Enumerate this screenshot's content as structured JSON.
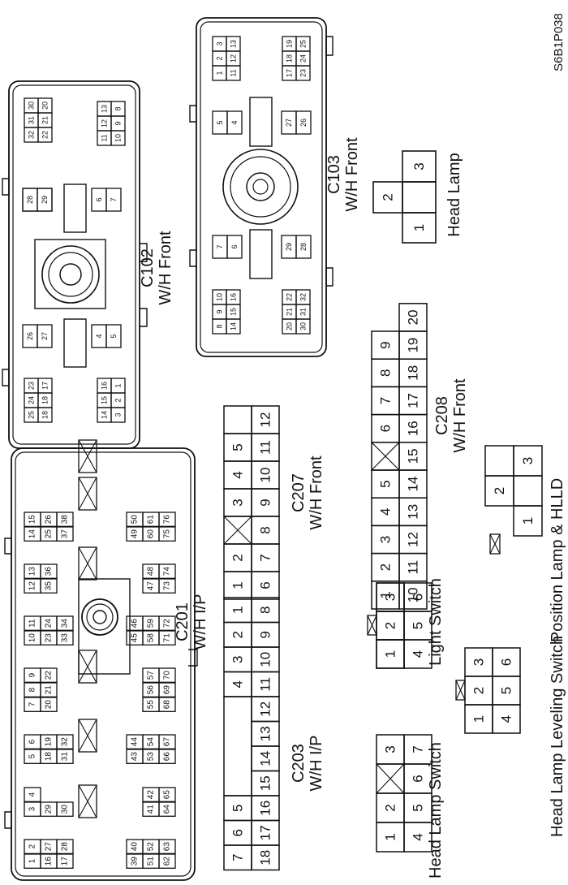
{
  "figure_id": "S6B1P038",
  "connectors": [
    {
      "id": "c201",
      "code": "C201",
      "desc": "W/H I/P"
    },
    {
      "id": "c102",
      "code": "C102",
      "desc": "W/H Front"
    },
    {
      "id": "c103",
      "code": "C103",
      "desc": "W/H Front"
    },
    {
      "id": "c203",
      "code": "C203",
      "desc": "W/H I/P"
    },
    {
      "id": "c207",
      "code": "C207",
      "desc": "W/H Front"
    },
    {
      "id": "c208",
      "code": "C208",
      "desc": "W/H Front"
    }
  ],
  "named": {
    "head_lamp": "Head Lamp",
    "light_switch": "Light Switch",
    "head_lamp_switch": "Head Lamp Switch",
    "head_lamp_leveling_switch": "Head Lamp Leveling Switch",
    "position_lamp_hlld": "Position  Lamp & HLLD"
  },
  "pins": {
    "c201_top": [
      [
        "1",
        "16",
        "17"
      ],
      [
        "2",
        "27",
        "28"
      ],
      [
        "3",
        "29",
        "30"
      ],
      [
        "4"
      ],
      [
        "5",
        "18",
        "31"
      ],
      [
        "6",
        "19",
        "32"
      ],
      [
        "7",
        "20"
      ],
      [
        "8",
        "21"
      ],
      [
        "9",
        "22"
      ],
      [
        "10",
        "23",
        "33"
      ],
      [
        "11",
        "24",
        "34"
      ],
      [
        "12",
        "35"
      ],
      [
        "13",
        "36"
      ],
      [
        "14",
        "25",
        "37"
      ],
      [
        "15",
        "26",
        "38"
      ]
    ],
    "c201_bot": [
      [
        "39",
        "51",
        "62"
      ],
      [
        "40",
        "52",
        "63"
      ],
      [
        "41",
        "64"
      ],
      [
        "42",
        "65"
      ],
      [
        "43",
        "53",
        "66"
      ],
      [
        "44",
        "54",
        "67"
      ],
      [
        "55",
        "68"
      ],
      [
        "56",
        "69"
      ],
      [
        "57",
        "70"
      ],
      [
        "45",
        "58",
        "71"
      ],
      [
        "46",
        "59",
        "72"
      ],
      [
        "47",
        "73"
      ],
      [
        "48",
        "74"
      ],
      [
        "49",
        "60",
        "75"
      ],
      [
        "50",
        "61",
        "76"
      ]
    ],
    "c102": {
      "tl": [
        [
          "32",
          "22"
        ],
        [
          "31",
          "21"
        ],
        [
          "30",
          "20"
        ]
      ],
      "tr": [
        [
          "11",
          "10"
        ],
        [
          "12",
          "9"
        ],
        [
          "13",
          "8"
        ]
      ],
      "c29": "29",
      "c28": "28",
      "c7": "7",
      "c6": "6",
      "c27": "27",
      "c26": "26",
      "c5": "5",
      "c4": "4",
      "bl": [
        [
          "25",
          "18"
        ],
        [
          "24",
          "18"
        ],
        [
          "23",
          "17"
        ]
      ],
      "br": [
        [
          "14",
          "3"
        ],
        [
          "15",
          "2"
        ],
        [
          "16",
          "1"
        ]
      ]
    },
    "c103": {
      "tl": [
        [
          "1",
          "11"
        ],
        [
          "2",
          "12"
        ],
        [
          "3",
          "13"
        ]
      ],
      "tr": [
        [
          "17",
          "23"
        ],
        [
          "18",
          "24"
        ],
        [
          "19",
          "25"
        ]
      ],
      "c4": "4",
      "c5": "5",
      "c26": "26",
      "c27": "27",
      "c6": "6",
      "c7": "7",
      "c28": "28",
      "c29": "29",
      "bl": [
        [
          "8",
          "14"
        ],
        [
          "9",
          "15"
        ],
        [
          "10",
          "16"
        ]
      ],
      "br": [
        [
          "20",
          "30"
        ],
        [
          "21",
          "31"
        ],
        [
          "22",
          "32"
        ]
      ]
    },
    "c203_top": [
      "1",
      "2",
      "3",
      "4",
      "5",
      "6",
      "7"
    ],
    "c203_bot": [
      "8",
      "9",
      "10",
      "11",
      "12",
      "13",
      "14",
      "15",
      "16",
      "17",
      "18"
    ],
    "c207_top": [
      "1",
      "2",
      "3",
      "4",
      "5"
    ],
    "c207_bot": [
      "6",
      "7",
      "8",
      "9",
      "10",
      "11",
      "12"
    ],
    "c208_top": [
      "1",
      "2",
      "3",
      "4",
      "5",
      "6",
      "7",
      "8",
      "9"
    ],
    "c208_bot": [
      "10",
      "11",
      "12",
      "13",
      "14",
      "15",
      "16",
      "17",
      "18",
      "19",
      "20"
    ],
    "head_lamp": [
      "1",
      "2",
      "3"
    ],
    "light_switch": [
      "1",
      "2",
      "3",
      "4",
      "5",
      "6"
    ],
    "head_lamp_switch": [
      "1",
      "2",
      "3",
      "4",
      "5",
      "6",
      "7"
    ],
    "hl_leveling": [
      "1",
      "2",
      "3",
      "4",
      "5",
      "6"
    ],
    "position_lamp": [
      "1",
      "2",
      "3"
    ]
  }
}
